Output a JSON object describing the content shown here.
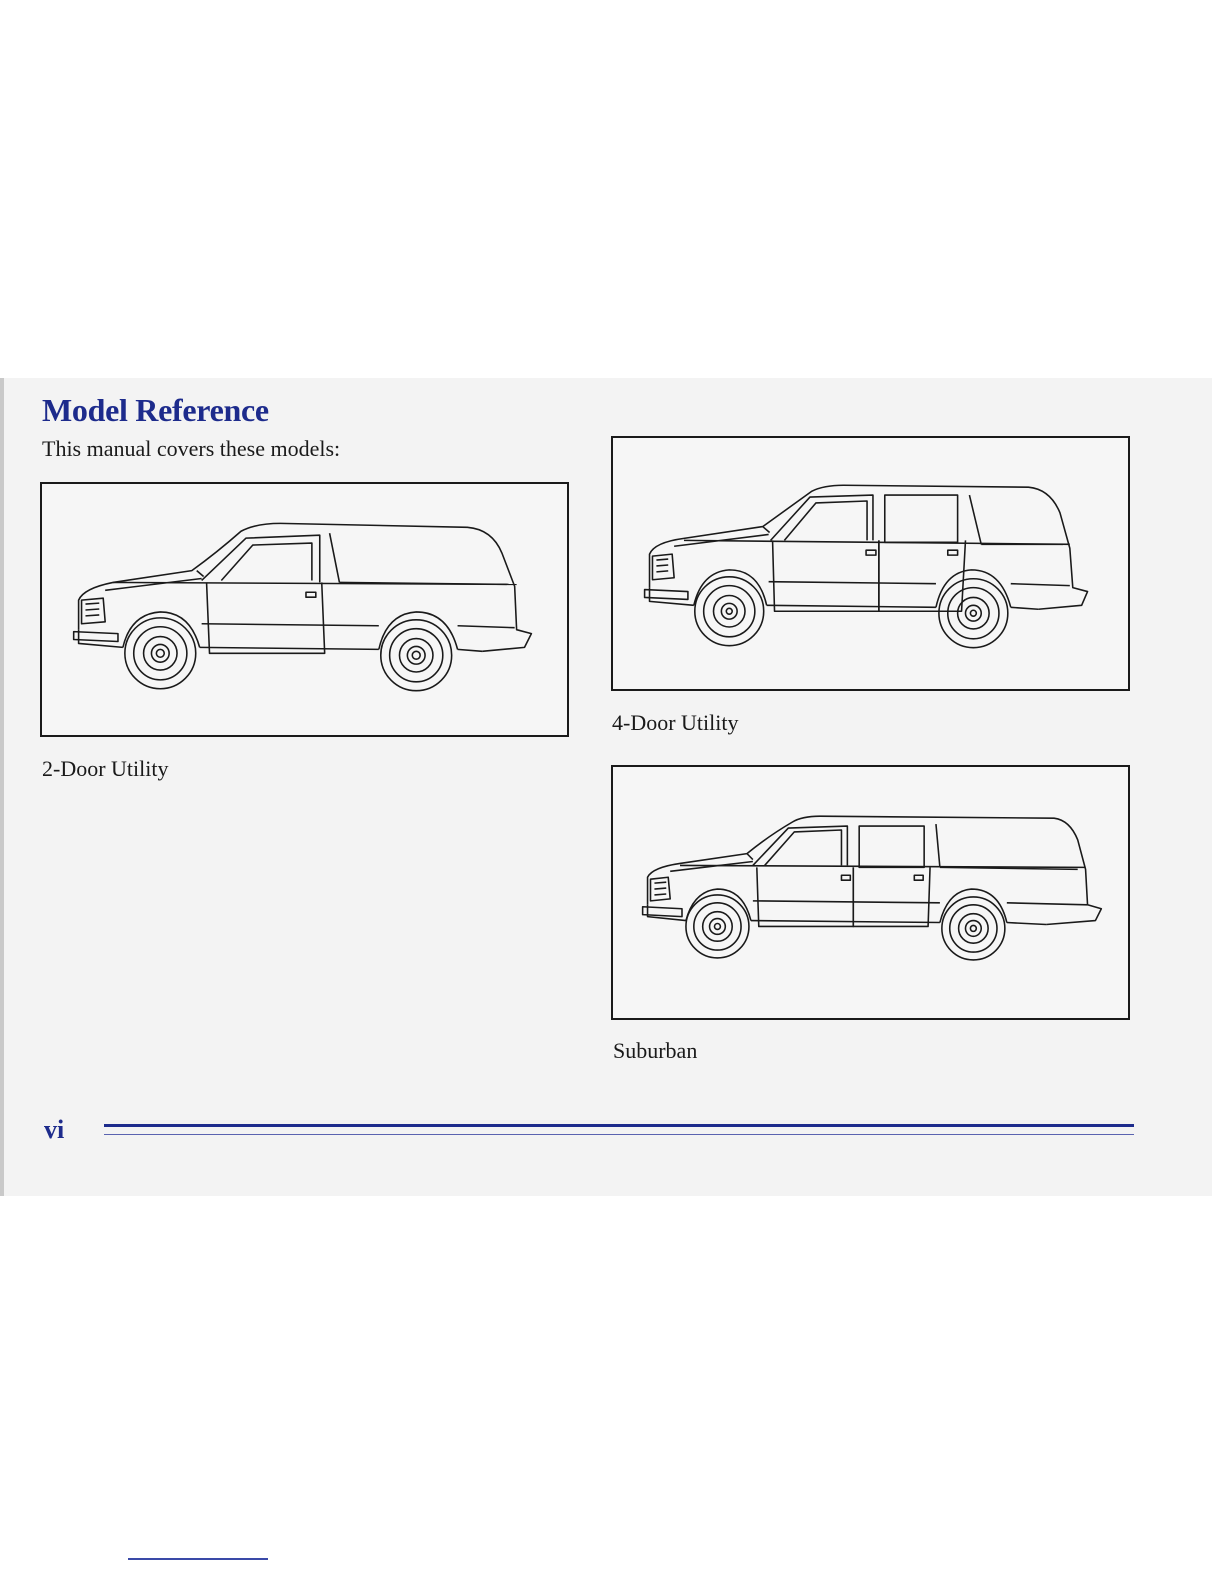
{
  "page": {
    "title": "Model Reference",
    "intro": "This manual covers these models:",
    "page_number": "vi",
    "accent_color": "#1d2b8c"
  },
  "models": [
    {
      "caption": "2-Door Utility",
      "icon": "two-door-utility-vehicle-illustration"
    },
    {
      "caption": "4-Door Utility",
      "icon": "four-door-utility-vehicle-illustration"
    },
    {
      "caption": "Suburban",
      "icon": "suburban-vehicle-illustration"
    }
  ]
}
